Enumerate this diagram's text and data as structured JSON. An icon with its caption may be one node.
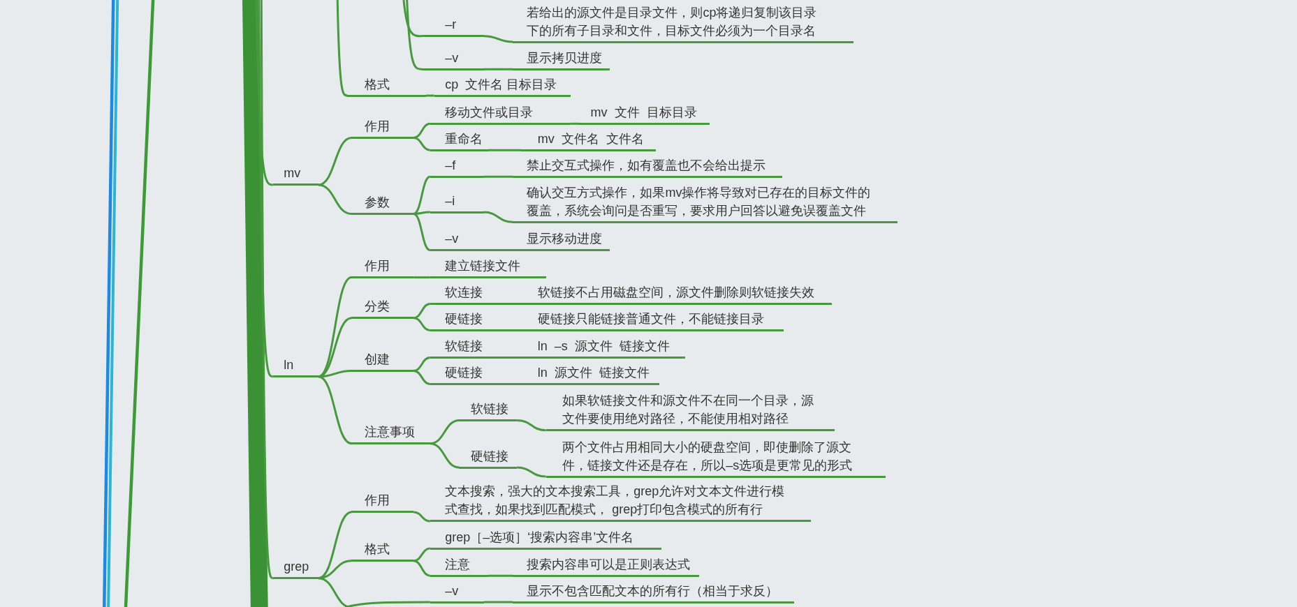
{
  "diagram": {
    "nodes": [
      {
        "text": [
          "–r"
        ]
      },
      {
        "text": [
          "若给出的源文件是目录文件，则cp将递归复制该目录下的所有子目录和文件，目标文件必须为一个目录名"
        ]
      },
      {
        "text": [
          "–v"
        ]
      },
      {
        "text": [
          "显示拷贝进度"
        ]
      },
      {
        "text": [
          "格式"
        ]
      },
      {
        "text": [
          "cp  文件名 目标目录"
        ]
      },
      {
        "text": [
          "mv"
        ]
      },
      {
        "text": [
          "作用"
        ]
      },
      {
        "text": [
          "移动文件或目录"
        ]
      },
      {
        "text": [
          "mv  文件  目标目录"
        ]
      },
      {
        "text": [
          "重命名"
        ]
      },
      {
        "text": [
          "mv  文件名  文件名"
        ]
      },
      {
        "text": [
          "参数"
        ]
      },
      {
        "text": [
          "–f"
        ]
      },
      {
        "text": [
          "禁止交互式操作，如有覆盖也不会给出提示"
        ]
      },
      {
        "text": [
          "–i"
        ]
      },
      {
        "text": [
          "确认交互方式操作，如果mv操作将导致对已存在的目标文件的覆盖，系统会询问是否重写，要求用户回答以避免误覆盖文件"
        ]
      },
      {
        "text": [
          "–v"
        ]
      },
      {
        "text": [
          "显示移动进度"
        ]
      },
      {
        "text": [
          "ln"
        ]
      },
      {
        "text": [
          "作用"
        ]
      },
      {
        "text": [
          "建立链接文件"
        ]
      },
      {
        "text": [
          "分类"
        ]
      },
      {
        "text": [
          "软连接"
        ]
      },
      {
        "text": [
          "软链接不占用磁盘空间，源文件删除则软链接失效"
        ]
      },
      {
        "text": [
          "硬链接"
        ]
      },
      {
        "text": [
          "硬链接只能链接普通文件，不能链接目录"
        ]
      },
      {
        "text": [
          "创建"
        ]
      },
      {
        "text": [
          "软链接"
        ]
      },
      {
        "text": [
          "ln  –s  源文件  链接文件"
        ]
      },
      {
        "text": [
          "硬链接"
        ]
      },
      {
        "text": [
          "ln  源文件  链接文件"
        ]
      },
      {
        "text": [
          "注意事项"
        ]
      },
      {
        "text": [
          "软链接"
        ]
      },
      {
        "text": [
          "如果软链接文件和源文件不在同一个目录，源文件要使用绝对路径，不能使用相对路径"
        ]
      },
      {
        "text": [
          "硬链接"
        ]
      },
      {
        "text": [
          "两个文件占用相同大小的硬盘空间，即使删除了源文件，链接文件还是存在，所以–s选项是更常见的形式"
        ]
      },
      {
        "text": [
          "grep"
        ]
      },
      {
        "text": [
          "作用"
        ]
      },
      {
        "text": [
          "文本搜索，强大的文本搜索工具，grep允许对文本文件进行模式查找，如果找到匹配模式， grep打印包含模式的所有行"
        ]
      },
      {
        "text": [
          "格式"
        ]
      },
      {
        "text": [
          "grep［–选项］‘搜索内容串’文件名"
        ]
      },
      {
        "text": [
          "注意"
        ]
      },
      {
        "text": [
          "搜索内容串可以是正则表达式"
        ]
      },
      {
        "text": [
          "–v"
        ]
      },
      {
        "text": [
          "显示不包含匹配文本的所有行（相当于求反）"
        ]
      }
    ],
    "edges": [
      {
        "from": null,
        "to": 0,
        "arrow": "none"
      },
      {
        "from": 0,
        "to": 1,
        "arrow": "none"
      },
      {
        "from": null,
        "to": 2,
        "arrow": "none"
      },
      {
        "from": 2,
        "to": 3,
        "arrow": "none"
      },
      {
        "from": null,
        "to": 4,
        "arrow": "none"
      },
      {
        "from": 4,
        "to": 5,
        "arrow": "none"
      },
      {
        "from": null,
        "to": 6,
        "arrow": "none"
      },
      {
        "from": 6,
        "to": 7,
        "arrow": "none"
      },
      {
        "from": 7,
        "to": 8,
        "arrow": "none"
      },
      {
        "from": 8,
        "to": 9,
        "arrow": "none"
      },
      {
        "from": 7,
        "to": 10,
        "arrow": "none"
      },
      {
        "from": 10,
        "to": 11,
        "arrow": "none"
      },
      {
        "from": 6,
        "to": 12,
        "arrow": "none"
      },
      {
        "from": 12,
        "to": 13,
        "arrow": "none"
      },
      {
        "from": 13,
        "to": 14,
        "arrow": "none"
      },
      {
        "from": 12,
        "to": 15,
        "arrow": "none"
      },
      {
        "from": 15,
        "to": 16,
        "arrow": "none"
      },
      {
        "from": 12,
        "to": 17,
        "arrow": "none"
      },
      {
        "from": 17,
        "to": 18,
        "arrow": "none"
      },
      {
        "from": null,
        "to": 19,
        "arrow": "none"
      },
      {
        "from": 19,
        "to": 20,
        "arrow": "none"
      },
      {
        "from": 20,
        "to": 21,
        "arrow": "none"
      },
      {
        "from": 19,
        "to": 22,
        "arrow": "none"
      },
      {
        "from": 22,
        "to": 23,
        "arrow": "none"
      },
      {
        "from": 23,
        "to": 24,
        "arrow": "none"
      },
      {
        "from": 22,
        "to": 25,
        "arrow": "none"
      },
      {
        "from": 25,
        "to": 26,
        "arrow": "none"
      },
      {
        "from": 19,
        "to": 27,
        "arrow": "none"
      },
      {
        "from": 27,
        "to": 28,
        "arrow": "none"
      },
      {
        "from": 28,
        "to": 29,
        "arrow": "none"
      },
      {
        "from": 27,
        "to": 30,
        "arrow": "none"
      },
      {
        "from": 30,
        "to": 31,
        "arrow": "none"
      },
      {
        "from": 19,
        "to": 32,
        "arrow": "none"
      },
      {
        "from": 32,
        "to": 33,
        "arrow": "none"
      },
      {
        "from": 33,
        "to": 34,
        "arrow": "none"
      },
      {
        "from": 32,
        "to": 35,
        "arrow": "none"
      },
      {
        "from": 35,
        "to": 36,
        "arrow": "none"
      },
      {
        "from": null,
        "to": 37,
        "arrow": "none"
      },
      {
        "from": 37,
        "to": 38,
        "arrow": "none"
      },
      {
        "from": 38,
        "to": 39,
        "arrow": "none"
      },
      {
        "from": 37,
        "to": 40,
        "arrow": "none"
      },
      {
        "from": 40,
        "to": 41,
        "arrow": "none"
      },
      {
        "from": 40,
        "to": 42,
        "arrow": "none"
      },
      {
        "from": 42,
        "to": 43,
        "arrow": "none"
      },
      {
        "from": 37,
        "to": null,
        "arrow": "none"
      },
      {
        "from": null,
        "to": 44,
        "arrow": "none"
      },
      {
        "from": 44,
        "to": 45,
        "arrow": "none"
      }
    ]
  }
}
